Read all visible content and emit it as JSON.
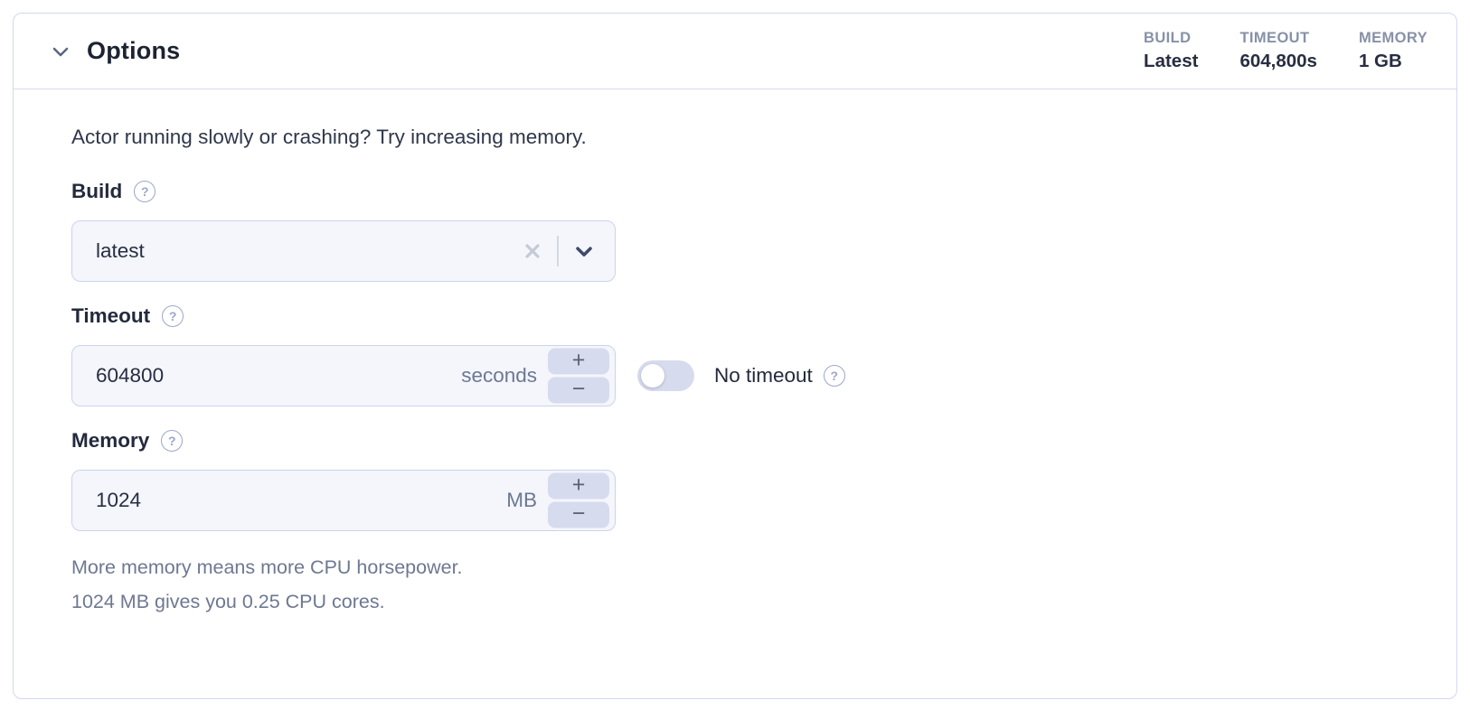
{
  "header": {
    "title": "Options",
    "stats": [
      {
        "label": "BUILD",
        "value": "Latest"
      },
      {
        "label": "TIMEOUT",
        "value": "604,800s"
      },
      {
        "label": "MEMORY",
        "value": "1 GB"
      }
    ]
  },
  "fields": {
    "intro": "Actor running slowly or crashing? Try increasing memory.",
    "build": {
      "label": "Build",
      "value": "latest"
    },
    "timeout": {
      "label": "Timeout",
      "value": "604800",
      "unit": "seconds",
      "no_timeout_label": "No timeout",
      "toggle_state": "off"
    },
    "memory": {
      "label": "Memory",
      "value": "1024",
      "unit": "MB",
      "hint_line1": "More memory means more CPU horsepower.",
      "hint_line2": "1024 MB gives you 0.25 CPU cores."
    }
  },
  "icons": {
    "help": "?",
    "plus": "+",
    "minus": "−"
  },
  "colors": {
    "card_border": "#d3d8ee",
    "input_bg": "#f4f6fc",
    "input_border": "#ccd3ec",
    "control_bg": "#d7dbee",
    "text_dark": "#232a3c",
    "text_muted": "#6d7892",
    "stat_label": "#8791a7"
  }
}
